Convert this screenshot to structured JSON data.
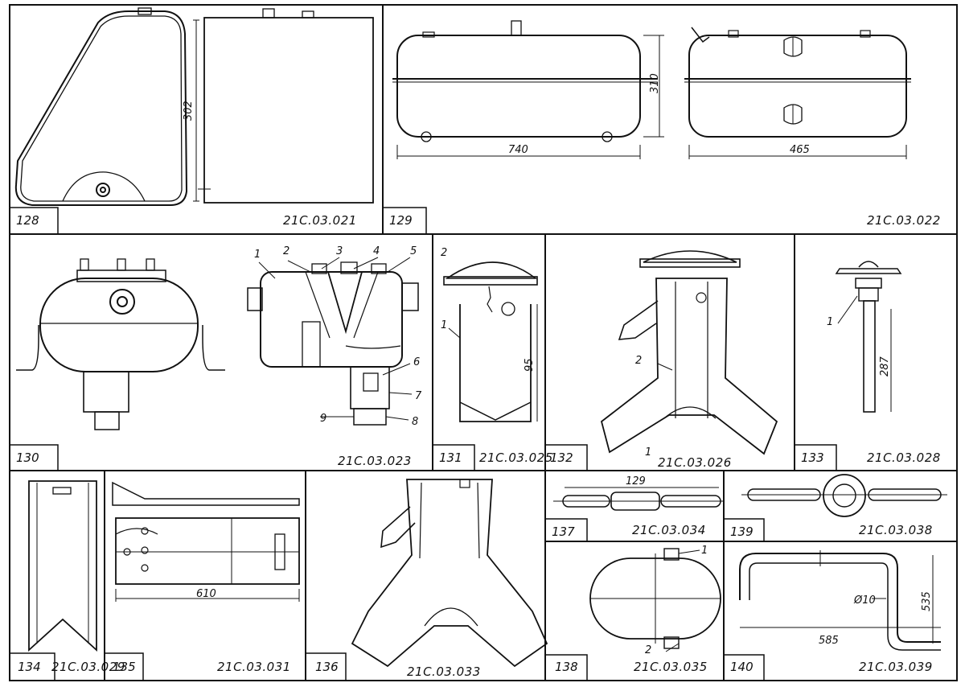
{
  "sheet": {
    "panels": [
      {
        "num": "128",
        "code": "21С.03.021",
        "dims": [
          "302"
        ]
      },
      {
        "num": "129",
        "code": "21С.03.022",
        "dims": [
          "740",
          "310",
          "465"
        ]
      },
      {
        "num": "130"
      },
      {
        "code": "21С.03.023",
        "callouts": [
          "1",
          "2",
          "3",
          "4",
          "5",
          "6",
          "7",
          "8",
          "9"
        ]
      },
      {
        "num": "131",
        "code": "21С.03.025",
        "dims": [
          "95"
        ],
        "callouts": [
          "1",
          "2"
        ]
      },
      {
        "num": "132",
        "code": "21С.03.026",
        "callouts": [
          "1",
          "2"
        ]
      },
      {
        "num": "133",
        "code": "21С.03.028",
        "dims": [
          "287"
        ],
        "callouts": [
          "1"
        ]
      },
      {
        "num": "134",
        "code": "21С.03.029"
      },
      {
        "num": "135",
        "code": "21С.03.031",
        "dims": [
          "610"
        ]
      },
      {
        "num": "136",
        "code": "21С.03.033"
      },
      {
        "num": "137",
        "code": "21С.03.034",
        "dims": [
          "129"
        ]
      },
      {
        "num": "138",
        "code": "21С.03.035",
        "callouts": [
          "1",
          "2"
        ]
      },
      {
        "num": "139",
        "code": "21С.03.038"
      },
      {
        "num": "140",
        "code": "21С.03.039",
        "dims": [
          "Ø10",
          "535",
          "585"
        ]
      }
    ]
  }
}
